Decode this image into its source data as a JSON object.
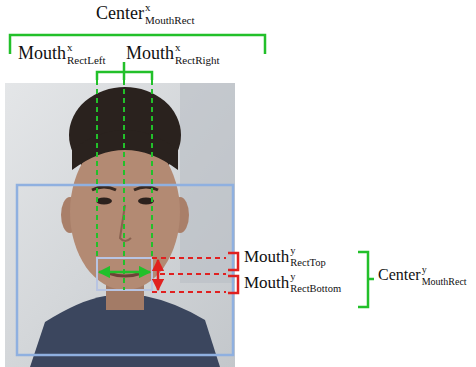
{
  "diagram": {
    "labels": [
      "Center",
      "x",
      "MouthRect",
      "Mouth",
      "x",
      "RectLeft",
      "Mouth",
      "x",
      "RectRight",
      "Mouth",
      "y",
      "RectTop",
      "Mouth",
      "y",
      "RectBottom",
      "Center",
      "y",
      "MouthRect"
    ]
  }
}
